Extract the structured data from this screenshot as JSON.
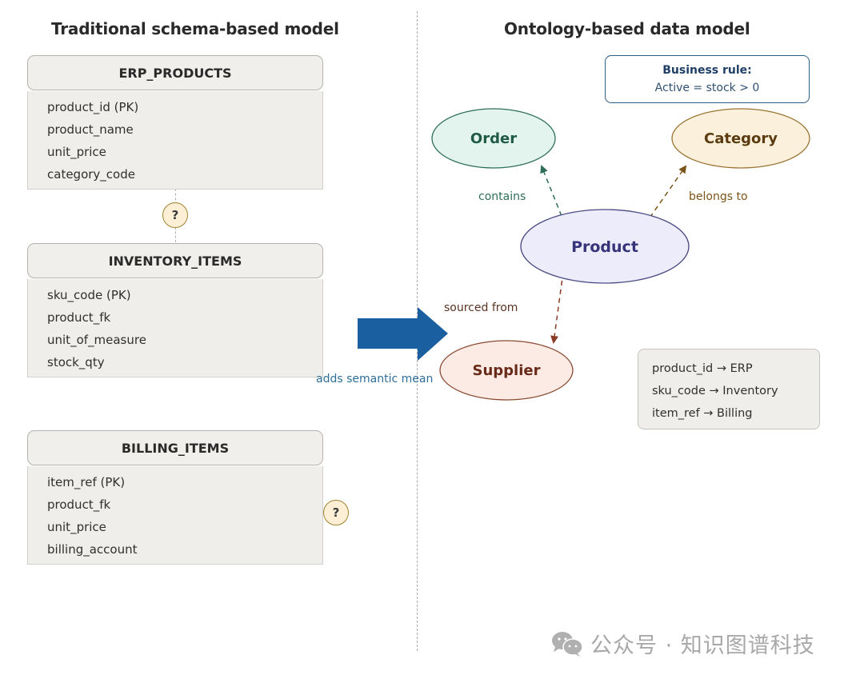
{
  "titles": {
    "left": "Traditional schema-based model",
    "right": "Ontology-based data model"
  },
  "tables": [
    {
      "name": "ERP_PRODUCTS",
      "fields": [
        "product_id (PK)",
        "product_name",
        "unit_price",
        "category_code"
      ]
    },
    {
      "name": "INVENTORY_ITEMS",
      "fields": [
        "sku_code (PK)",
        "product_fk",
        "unit_of_measure",
        "stock_qty"
      ]
    },
    {
      "name": "BILLING_ITEMS",
      "fields": [
        "item_ref (PK)",
        "product_fk",
        "unit_price",
        "billing_account"
      ]
    }
  ],
  "unknown_links": [
    "?",
    "?"
  ],
  "transform_arrow": {
    "label": "adds semantic mean",
    "color": "#1a5fa0"
  },
  "ontology": {
    "nodes": [
      {
        "id": "order",
        "label": "Order",
        "fill": "#e3f4ee",
        "stroke": "#2d6e58",
        "text": "#1f5a45"
      },
      {
        "id": "category",
        "label": "Category",
        "fill": "#fbf0db",
        "stroke": "#9a7432",
        "text": "#5a3c10"
      },
      {
        "id": "product",
        "label": "Product",
        "fill": "#ececfa",
        "stroke": "#4a4a82",
        "text": "#36337a"
      },
      {
        "id": "supplier",
        "label": "Supplier",
        "fill": "#fbebe4",
        "stroke": "#8a4a32",
        "text": "#6a2a18"
      }
    ],
    "edges": [
      {
        "from": "product",
        "to": "order",
        "label": "contains",
        "color": "#2d6e58"
      },
      {
        "from": "product",
        "to": "category",
        "label": "belongs to",
        "color": "#7a5418"
      },
      {
        "from": "product",
        "to": "supplier",
        "label": "sourced from",
        "color": "#8a3a22"
      }
    ]
  },
  "business_rule": {
    "title": "Business rule:",
    "text": "Active = stock > 0"
  },
  "mappings": [
    "product_id → ERP",
    "sku_code → Inventory",
    "item_ref → Billing"
  ],
  "watermark": {
    "icon": "wechat-icon",
    "text": "公众号 · 知识图谱科技"
  }
}
